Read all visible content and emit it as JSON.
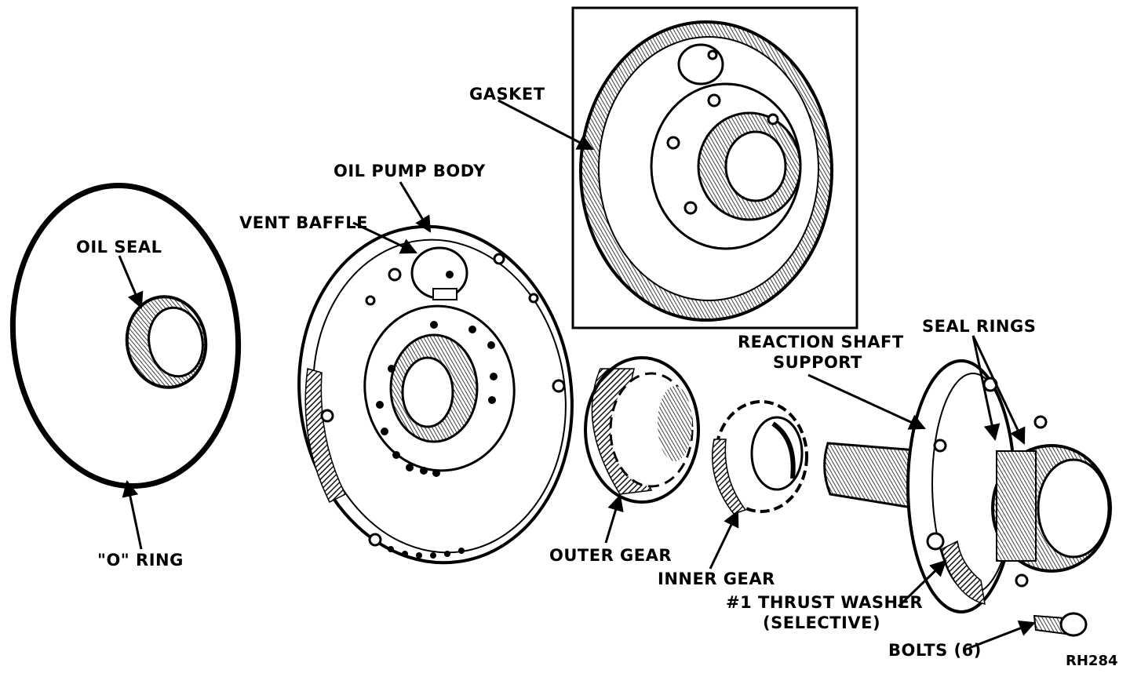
{
  "labels": {
    "gasket": "GASKET",
    "oil_pump_body": "OIL PUMP BODY",
    "vent_baffle": "VENT BAFFLE",
    "oil_seal": "OIL SEAL",
    "o_ring": "\"O\" RING",
    "reaction_shaft_support_line1": "REACTION SHAFT",
    "reaction_shaft_support_line2": "SUPPORT",
    "seal_rings": "SEAL RINGS",
    "outer_gear": "OUTER GEAR",
    "inner_gear": "INNER GEAR",
    "thrust_washer_line1": "#1 THRUST WASHER",
    "thrust_washer_line2": "(SELECTIVE)",
    "bolts": "BOLTS (6)",
    "figure_id": "RH284"
  },
  "colors": {
    "ink": "#000000",
    "paper": "#ffffff",
    "hatch": "#3a3a3a"
  }
}
